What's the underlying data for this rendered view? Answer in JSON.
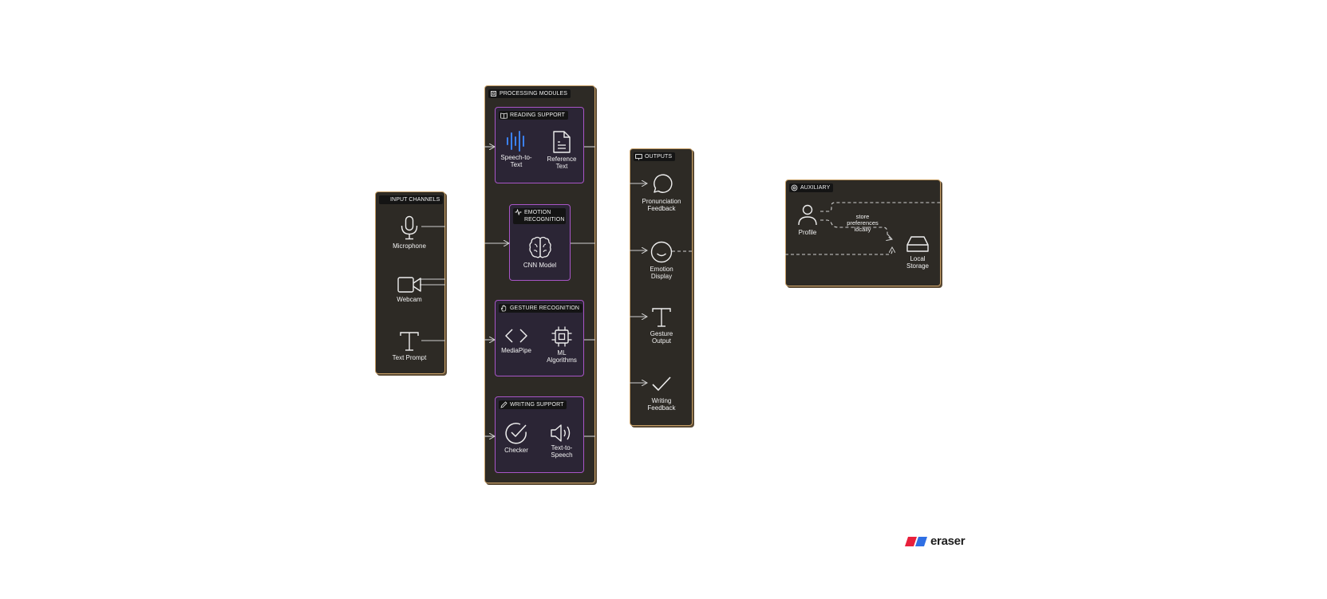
{
  "groups": {
    "input": {
      "title": "INPUT CHANNELS"
    },
    "processing": {
      "title": "PROCESSING MODULES"
    },
    "outputs": {
      "title": "OUTPUTS"
    },
    "auxiliary": {
      "title": "AUXILIARY"
    }
  },
  "subgroups": {
    "reading": {
      "title": "READING SUPPORT"
    },
    "emotion": {
      "title": "EMOTION RECOGNITION"
    },
    "gesture": {
      "title": "GESTURE RECOGNITION"
    },
    "writing": {
      "title": "WRITING SUPPORT"
    }
  },
  "nodes": {
    "microphone": {
      "label": "Microphone",
      "icon": "microphone-icon"
    },
    "webcam": {
      "label": "Webcam",
      "icon": "video-camera-icon"
    },
    "text_prompt": {
      "label": "Text Prompt",
      "icon": "text-icon"
    },
    "speech_to_text": {
      "label": "Speech-to-\nText",
      "icon": "audio-waveform-icon",
      "color": "#3b82f6"
    },
    "reference_text": {
      "label": "Reference\nText",
      "icon": "document-icon"
    },
    "cnn_model": {
      "label": "CNN Model",
      "icon": "brain-icon"
    },
    "mediapipe": {
      "label": "MediaPipe",
      "icon": "code-icon"
    },
    "ml_algorithms": {
      "label": "ML\nAlgorithms",
      "icon": "cpu-chip-icon"
    },
    "checker": {
      "label": "Checker",
      "icon": "check-circle-icon"
    },
    "text_to_speech": {
      "label": "Text-to-\nSpeech",
      "icon": "speaker-icon"
    },
    "pronunciation_feedback": {
      "label": "Pronunciation\nFeedback",
      "icon": "speech-bubble-icon"
    },
    "emotion_display": {
      "label": "Emotion\nDisplay",
      "icon": "smile-icon"
    },
    "gesture_output": {
      "label": "Gesture\nOutput",
      "icon": "text-icon"
    },
    "writing_feedback": {
      "label": "Writing\nFeedback",
      "icon": "checkmark-icon"
    },
    "profile": {
      "label": "Profile",
      "icon": "user-icon"
    },
    "local_storage": {
      "label": "Local\nStorage",
      "icon": "hard-drive-icon"
    }
  },
  "edge_labels": {
    "store_preferences": "store\npreferences\nlocally"
  },
  "brand": {
    "name": "eraser",
    "colors": [
      "#e8203c",
      "#2f6fe4"
    ]
  },
  "palette": {
    "group_fill": "#2d2a25",
    "group_border": "#c8a067",
    "sub_fill": "#2b2535",
    "sub_border": "#a855c7",
    "wire": "#cfcfcf"
  }
}
